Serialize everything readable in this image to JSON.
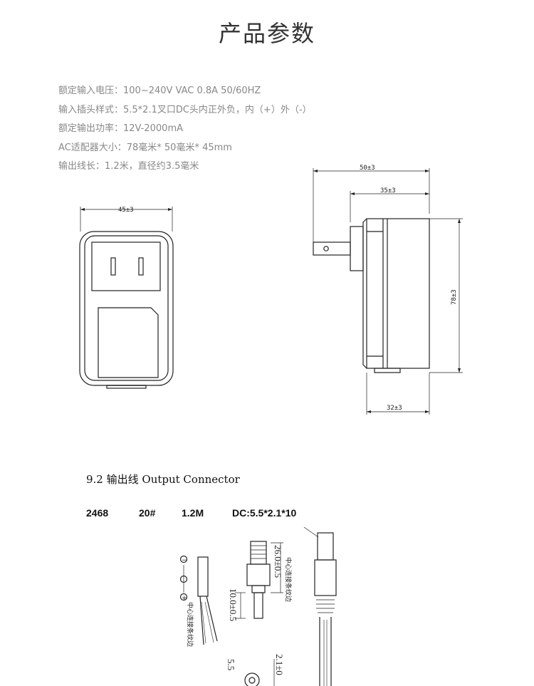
{
  "page_title": "产品参数",
  "specs": [
    "额定输入电压：100~240V    VAC 0.8A 50/60HZ",
    "输入插头样式：5.5*2.1叉口DC头内正外负，内（+）外（-）",
    "额定输出功率：12V-2000mA",
    "AC适配器大小：78毫米* 50毫米* 45mm",
    "输出线长：1.2米，直径约3.5毫米"
  ],
  "drawing_dims": {
    "front_width": "45±3",
    "side_total_width": "50±3",
    "side_body_width": "35±3",
    "side_height": "78±3",
    "side_bottom_width": "32±3"
  },
  "section": {
    "title": "9.2 输出线  Output Connector",
    "items": [
      "2468",
      "20#",
      "1.2M",
      "DC:5.5*2.1*10"
    ]
  },
  "connector_dims": {
    "length_a": "26.0±0.5",
    "length_b": "10.0±0.5",
    "center_label": "中心连接条纹边",
    "minus": "−",
    "plus": "+",
    "inner_dia": "2.1±0",
    "outer_dia": "5.5"
  }
}
